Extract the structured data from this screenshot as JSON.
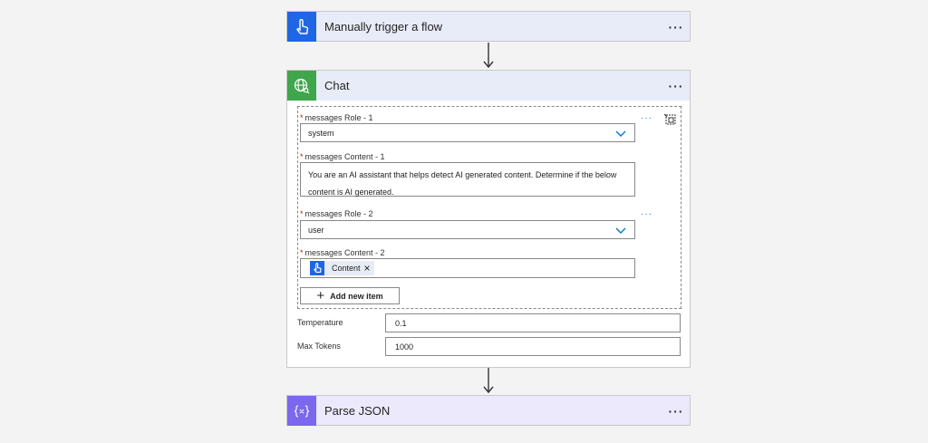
{
  "trigger": {
    "title": "Manually trigger a flow",
    "menu": "···",
    "icon": "hand-pointer-icon",
    "color": "#1f66e5"
  },
  "chat": {
    "title": "Chat",
    "menu": "···",
    "icon": "globe-icon",
    "color": "#3fa64b",
    "items": [
      {
        "role_label": "messages Role - 1",
        "role_value": "system",
        "content_label": "messages Content - 1",
        "content_text": "You are an AI assistant that helps detect AI generated content. Determine if the below content is AI generated."
      },
      {
        "role_label": "messages Role - 2",
        "role_value": "user",
        "content_label": "messages Content - 2",
        "token_label": "Content",
        "token_remove": "×"
      }
    ],
    "required_mark": "*",
    "item_menu": "···",
    "add_item_label": "Add new item",
    "add_item_plus": "+",
    "temperature_label": "Temperature",
    "temperature_value": "0.1",
    "max_tokens_label": "Max Tokens",
    "max_tokens_value": "1000"
  },
  "parse": {
    "title": "Parse JSON",
    "menu": "···",
    "icon": "curly-braces-icon",
    "color": "#7b68ee"
  }
}
